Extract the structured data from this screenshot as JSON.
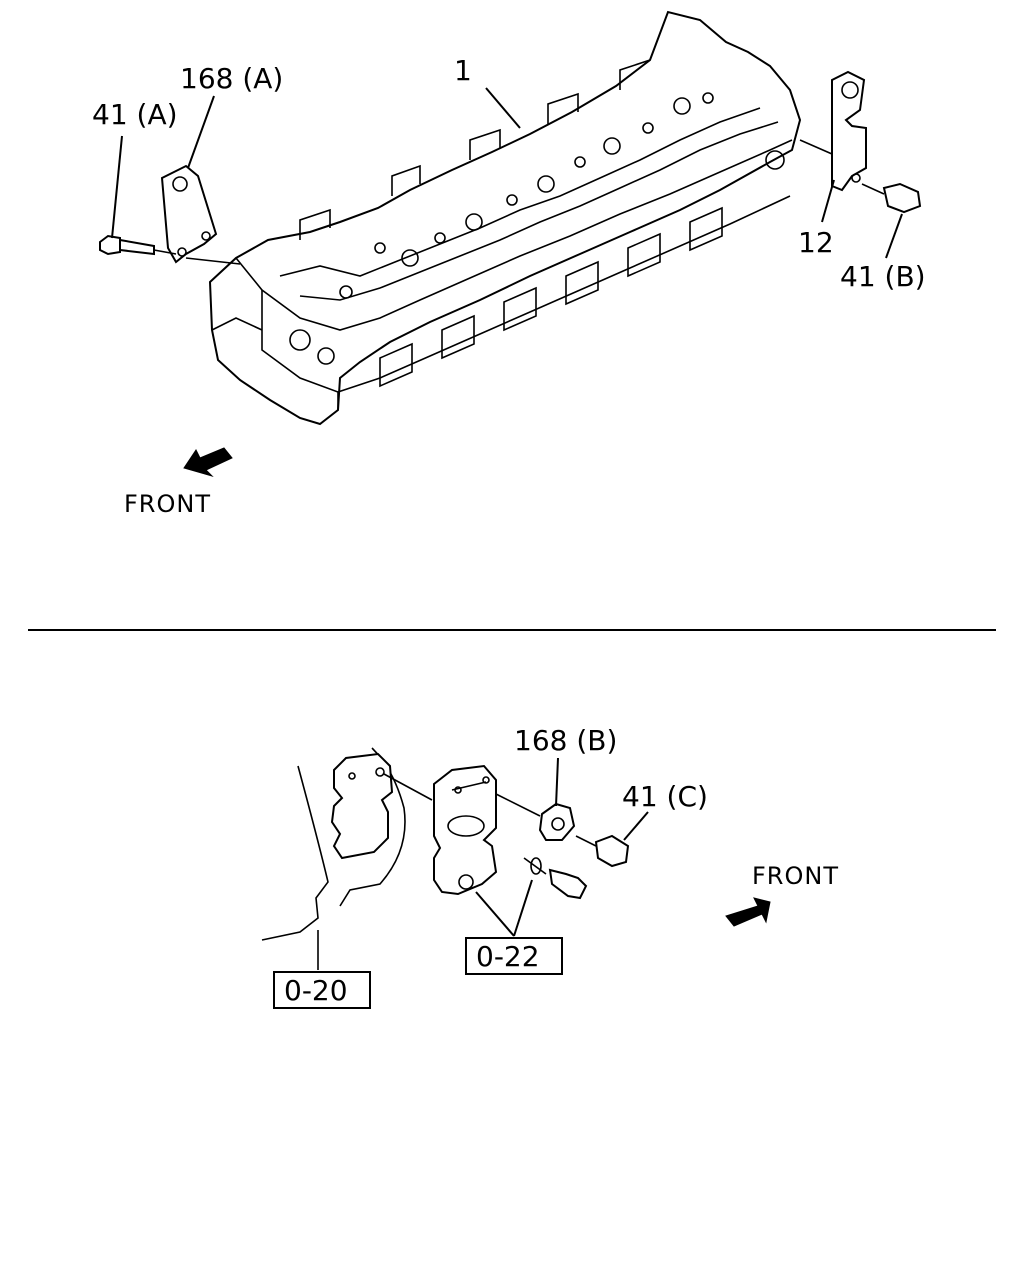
{
  "labels": {
    "part_1": "1",
    "part_168a": "168 (A)",
    "part_41a": "41 (A)",
    "part_12": "12",
    "part_41b": "41 (B)",
    "part_168b": "168 (B)",
    "part_41c": "41 (C)",
    "ref_0_20": "0-20",
    "ref_0_22": "0-22",
    "front_top": "FRONT",
    "front_bottom": "FRONT"
  }
}
